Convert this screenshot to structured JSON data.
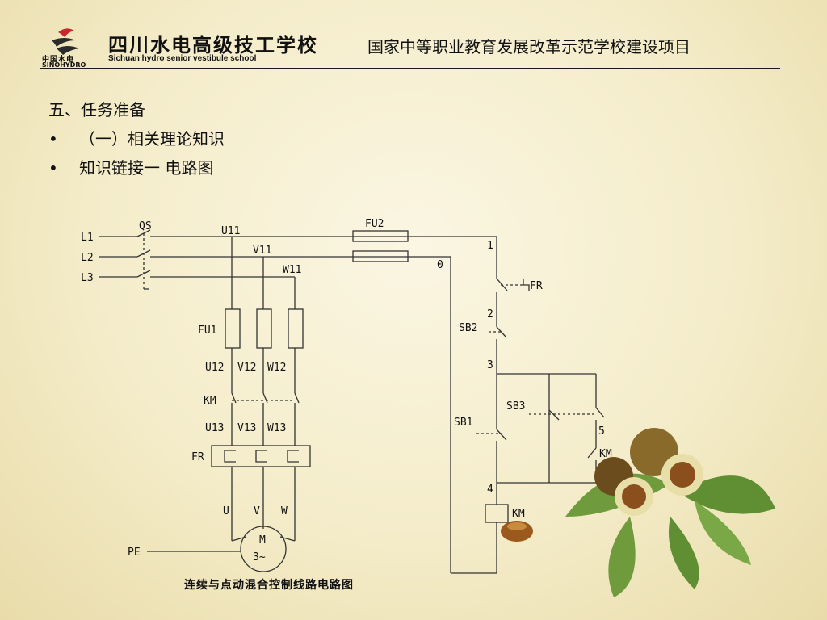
{
  "header": {
    "logo_cn": "中国水电",
    "logo_en": "SINOHYDRO",
    "school_cn": "四川水电高级技工学校",
    "school_en": "Sichuan hydro senior vestibule school",
    "project": "国家中等职业教育发展改革示范学校建设项目"
  },
  "content": {
    "heading": "五、任务准备",
    "bullets": [
      "（一）相关理论知识",
      "知识链接一  电路图"
    ]
  },
  "diagram": {
    "labels": {
      "L1": "L1",
      "L2": "L2",
      "L3": "L3",
      "QS": "QS",
      "U11": "U11",
      "V11": "V11",
      "W11": "W11",
      "FU2": "FU2",
      "FU1": "FU1",
      "U12": "U12",
      "V12": "V12",
      "W12": "W12",
      "KM_main": "KM",
      "U13": "U13",
      "V13": "V13",
      "W13": "W13",
      "FR_main": "FR",
      "U": "U",
      "V": "V",
      "W": "W",
      "PE": "PE",
      "M": "M",
      "M3": "3~",
      "n0": "0",
      "n1": "1",
      "n2": "2",
      "n3": "3",
      "n4": "4",
      "n5": "5",
      "FR_ctrl": "FR",
      "SB2": "SB2",
      "SB3": "SB3",
      "SB1": "SB1",
      "KM_aux": "KM",
      "KM_coil": "KM"
    },
    "caption": "连续与点动混合控制线路电路图"
  },
  "colors": {
    "wire": "#333333",
    "background": "#f4ecc9"
  }
}
